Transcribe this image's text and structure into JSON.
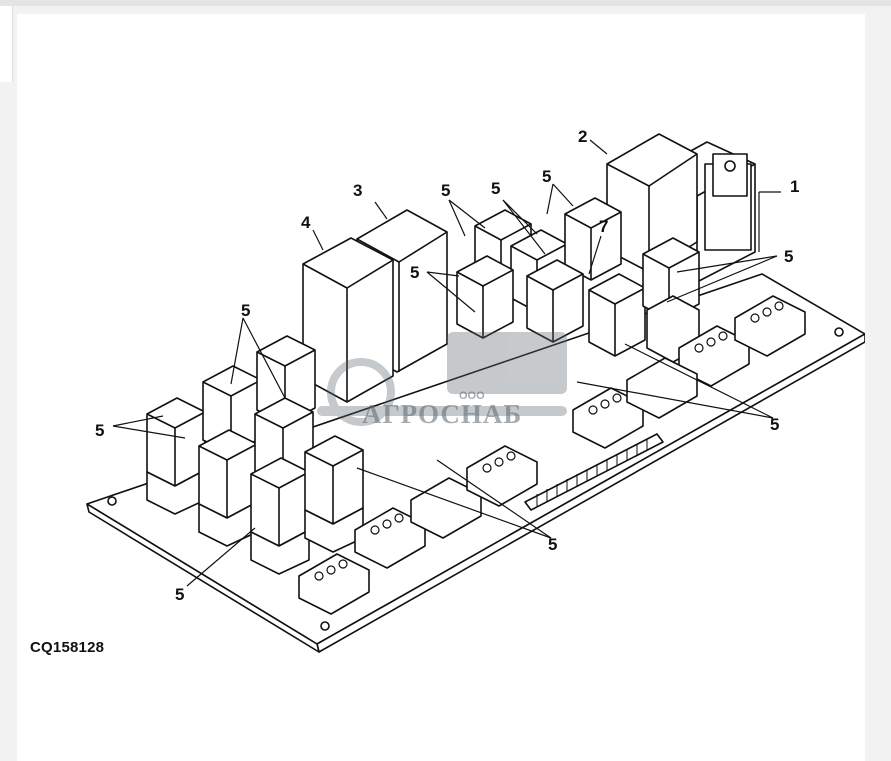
{
  "figure": {
    "code": "CQ158128",
    "callouts": {
      "c1": "1",
      "c2": "2",
      "c3": "3",
      "c4": "4",
      "c5": "5",
      "c7": "7"
    }
  },
  "watermark": {
    "brand": "АГРОСНАБ",
    "prefix": "ООО"
  },
  "colors": {
    "line": "#111111",
    "paper": "#ffffff",
    "watermark": "#5b6770"
  }
}
